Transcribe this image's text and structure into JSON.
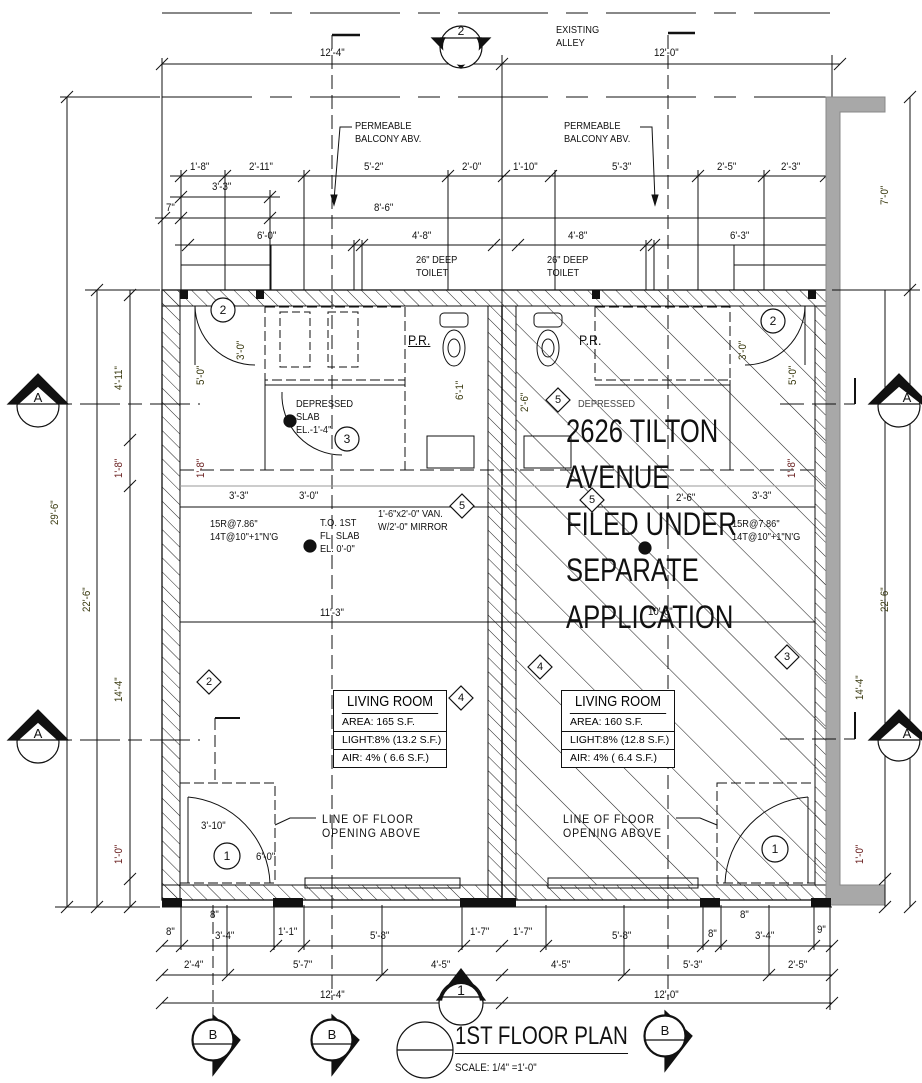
{
  "drawing": {
    "title": "1ST FLOOR PLAN",
    "scale": "SCALE: 1/4\" =1'-0\"",
    "overlay_note": [
      "2626 TILTON",
      "AVENUE",
      "FILED UNDER",
      "SEPARATE",
      "APPLICATION"
    ],
    "site_note": [
      "EXISTING",
      "ALLEY"
    ]
  },
  "section_markers": {
    "top": "2",
    "bottom": "1",
    "left_a_upper": "A",
    "left_a_lower": "A",
    "right_a_upper": "A",
    "right_a_lower": "A",
    "bottom_b": [
      "B",
      "B",
      "B"
    ]
  },
  "dimensions": {
    "top_overall": [
      "12'-4\"",
      "12'-0\""
    ],
    "top_row1": [
      "1'-8\"",
      "2'-11\"",
      "5'-2\"",
      "2'-0\"",
      "1'-10\"",
      "5'-3\"",
      "2'-5\"",
      "2'-3\""
    ],
    "top_row2": [
      "3'-3\"",
      "7\"",
      "8'-6\""
    ],
    "top_row3": [
      "6'-0\"",
      "4'-8\"",
      "4'-8\"",
      "6'-3\""
    ],
    "bottom_row1": [
      "8\"",
      "3'-4\"",
      "1'-1\"",
      "5'-8\"",
      "1'-7\"",
      "1'-7\"",
      "5'-8\"",
      "8\"",
      "3'-4\"",
      "9\""
    ],
    "bottom_row2": [
      "2'-4\"",
      "5'-7\"",
      "4'-5\"",
      "4'-5\"",
      "5'-3\"",
      "2'-5\""
    ],
    "bottom_overall": [
      "12'-4\"",
      "12'-0\""
    ],
    "left_vertical": [
      "29'-6\"",
      "22'-6\"",
      "4'-11\"",
      "1'-8\"",
      "14'-4\"",
      "1'-0\""
    ],
    "right_vertical": [
      "7'-0\"",
      "22'-6\"",
      "14'-4\"",
      "1'-0\""
    ],
    "interior": [
      "5'-0\"",
      "3'-0\"",
      "1'-8\"",
      "3'-3\"",
      "3'-0\"",
      "6'-1\"",
      "11'-3\"",
      "3'-10\"",
      "6'-0\"",
      "8\"",
      "2'-6\"",
      "2'-6\"",
      "3'-3\"",
      "3'-0\"",
      "5'-0\"",
      "1'-8\"",
      "10'-6\"",
      "8\""
    ]
  },
  "annotations": {
    "balcony_left": [
      "PERMEABLE",
      "BALCONY ABV."
    ],
    "balcony_right": [
      "PERMEABLE",
      "BALCONY ABV."
    ],
    "toilet_left": [
      "26\" DEEP",
      "TOILET"
    ],
    "toilet_right": [
      "26\" DEEP",
      "TOILET"
    ],
    "pr_left": "P.R.",
    "pr_right": "P.R.",
    "depressed_slab": [
      "DEPRESSED",
      "SLAB",
      "EL.-1'-4\""
    ],
    "stair_left": [
      "15R@7.86\"",
      "14T@10\"+1\"N'G"
    ],
    "stair_right": [
      "15R@7.86\"",
      "14T@10\"+1\"N'G"
    ],
    "slab_left": [
      "T.O. 1ST",
      "FL. SLAB",
      "EL. 0'-0\""
    ],
    "vanity_left": [
      "1'-6\"x2'-0\" VAN.",
      "W/2'-0\" MIRROR"
    ],
    "floor_opening_left": [
      "LINE OF FLOOR",
      "OPENING ABOVE"
    ],
    "floor_opening_right": [
      "LINE OF FLOOR",
      "OPENING ABOVE"
    ]
  },
  "tags": {
    "door_1_left": "1",
    "door_1_right": "1",
    "door_2_left": "2",
    "door_2_right": "2",
    "door_3_left": "3",
    "wall_2": "2",
    "wall_3": "3",
    "wall_4a": "4",
    "wall_4b": "4",
    "wall_5a": "5",
    "wall_5b": "5",
    "wall_5c": "5"
  },
  "rooms": [
    {
      "name": "LIVING ROOM",
      "area": "AREA: 165 S.F.",
      "light": "LIGHT:8% (13.2 S.F.)",
      "air": "AIR:  4% ( 6.6  S.F.)"
    },
    {
      "name": "LIVING ROOM",
      "area": "AREA: 160 S.F.",
      "light": "LIGHT:8% (12.8 S.F.)",
      "air": "AIR:  4% ( 6.4  S.F.)"
    }
  ],
  "colors": {
    "line": "#111111",
    "hatch": "#222222",
    "existing_wall": "#a8a8a8",
    "dim_text_vertical": "#3a3a10"
  }
}
